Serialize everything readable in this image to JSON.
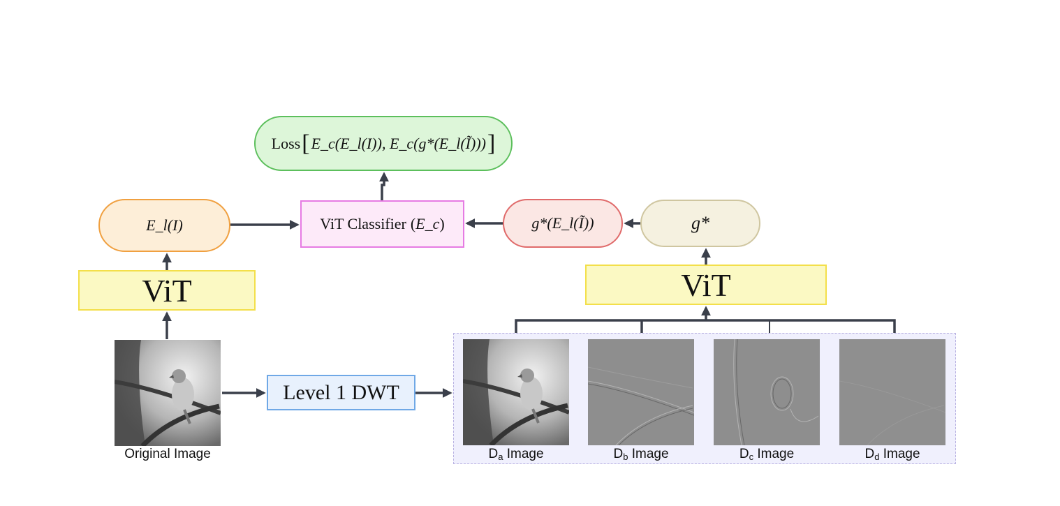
{
  "nodes": {
    "loss": {
      "prefix": "Loss",
      "formula": "E_c(E_l(I)), E_c(g*(E_l(Ĩ)))"
    },
    "encoder_output": "E_l(I)",
    "vit_classifier": {
      "label": "ViT Classifier",
      "symbol": "E_c"
    },
    "generator_output": "g*(E_l(Ĩ))",
    "generator": "g*",
    "vit_left": "ViT",
    "vit_right": "ViT",
    "dwt": "Level 1 DWT"
  },
  "images": {
    "original": {
      "caption": "Original Image"
    },
    "subbands": [
      {
        "letter": "D",
        "sub": "a",
        "suffix": " Image"
      },
      {
        "letter": "D",
        "sub": "b",
        "suffix": " Image"
      },
      {
        "letter": "D",
        "sub": "c",
        "suffix": " Image"
      },
      {
        "letter": "D",
        "sub": "d",
        "suffix": " Image"
      }
    ]
  },
  "colors": {
    "arrow": "#3a3f4a",
    "loss_fill": "#ddf6d9",
    "encoder_fill": "#fdeed8",
    "classifier_fill": "#fdeaf9",
    "generator_output_fill": "#fbe7e4",
    "generator_fill": "#f5f1e0",
    "vit_fill": "#fbf9c3",
    "dwt_fill": "#e8f1fd",
    "group_fill": "#f0f0fd"
  }
}
